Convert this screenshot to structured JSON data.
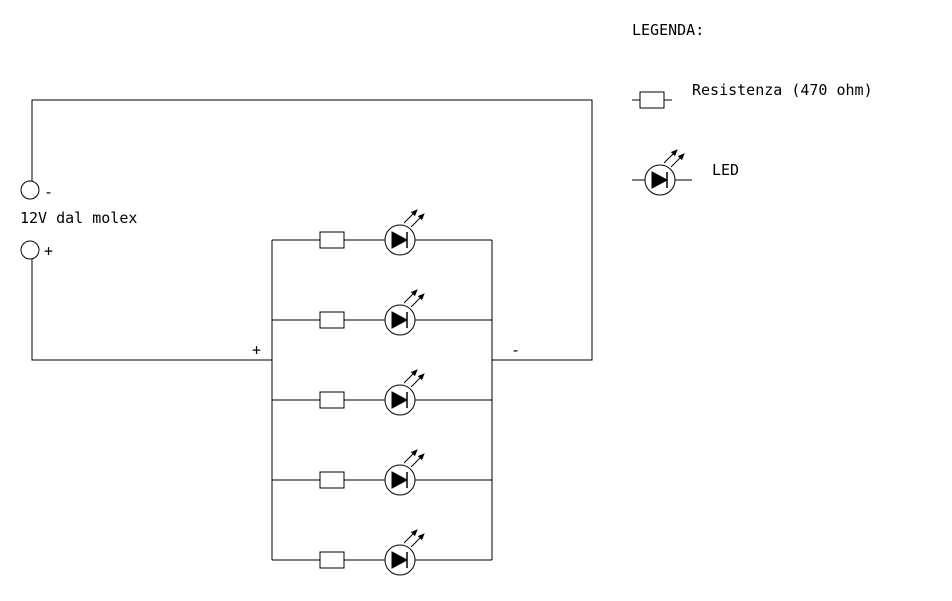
{
  "legend": {
    "title": "LEGENDA:",
    "resistor_label": "Resistenza (470 ohm)",
    "led_label": "LED"
  },
  "supply": {
    "label": "12V dal molex",
    "minus_sign": "-",
    "plus_sign": "+"
  },
  "bus": {
    "plus_sign": "+",
    "minus_sign": "-"
  },
  "branches": [
    {
      "id": 1
    },
    {
      "id": 2
    },
    {
      "id": 3
    },
    {
      "id": 4
    },
    {
      "id": 5
    }
  ]
}
